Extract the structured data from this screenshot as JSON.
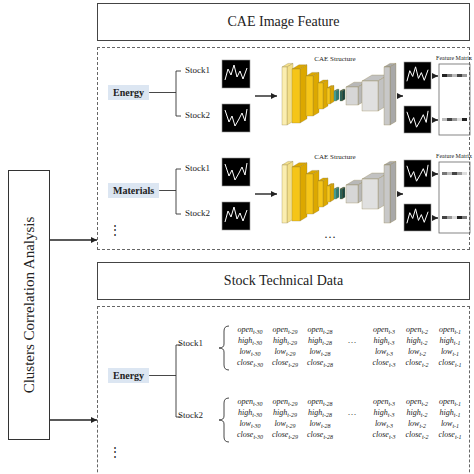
{
  "diagram": {
    "nodes": [
      {
        "text": [
          "Clusters Correlation Analysis"
        ]
      },
      {
        "text": [
          "CAE Image Feature"
        ]
      },
      {
        "text": [
          "Energy"
        ],
        "in": 1
      },
      {
        "text": [
          "Materials"
        ],
        "in": 1
      },
      {
        "text": [
          "Stock Technical Data"
        ]
      },
      {
        "text": [
          "Energy"
        ],
        "in": 4
      }
    ],
    "edges": [
      {
        "from": 0,
        "to": 1,
        "arrow": "to"
      },
      {
        "from": 0,
        "to": 4,
        "arrow": "to"
      }
    ],
    "labels": [
      "CAE Structure",
      "Feature Matrix",
      "Stock1",
      "Stock2",
      "CAE Structure",
      "Feature Matrix",
      "Stock1",
      "Stock2",
      "⋮",
      "…",
      "Stock1",
      "Stock2",
      "open",
      "t-30",
      "open",
      "t-29",
      "open",
      "t-28",
      "open",
      "t-3",
      "open",
      "t-2",
      "open",
      "t-1",
      "high",
      "t-30",
      "high",
      "t-29",
      "high",
      "t-28",
      "high",
      "t-3",
      "high",
      "t-2",
      "high",
      "t-1",
      "low",
      "t-30",
      "low",
      "t-29",
      "low",
      "t-28",
      "low",
      "t-3",
      "low",
      "t-2",
      "low",
      "t-1",
      "close",
      "t-30",
      "close",
      "t-29",
      "close",
      "t-28",
      "close",
      "t-3",
      "close",
      "t-2",
      "close",
      "t-1",
      "open",
      "t-30",
      "open",
      "t-29",
      "open",
      "t-28",
      "open",
      "t-3",
      "open",
      "t-2",
      "open",
      "t-1",
      "high",
      "t-30",
      "high",
      "t-29",
      "high",
      "t-28",
      "high",
      "t-3",
      "high",
      "t-2",
      "high",
      "t-1",
      "low",
      "t-30",
      "low",
      "t-29",
      "low",
      "t-28",
      "low",
      "t-3",
      "low",
      "t-2",
      "low",
      "t-1",
      "close",
      "t-30",
      "close",
      "t-29",
      "close",
      "t-28",
      "close",
      "t-3",
      "close",
      "t-2",
      "close",
      "t-1",
      "···",
      "···",
      "⋮"
    ]
  }
}
